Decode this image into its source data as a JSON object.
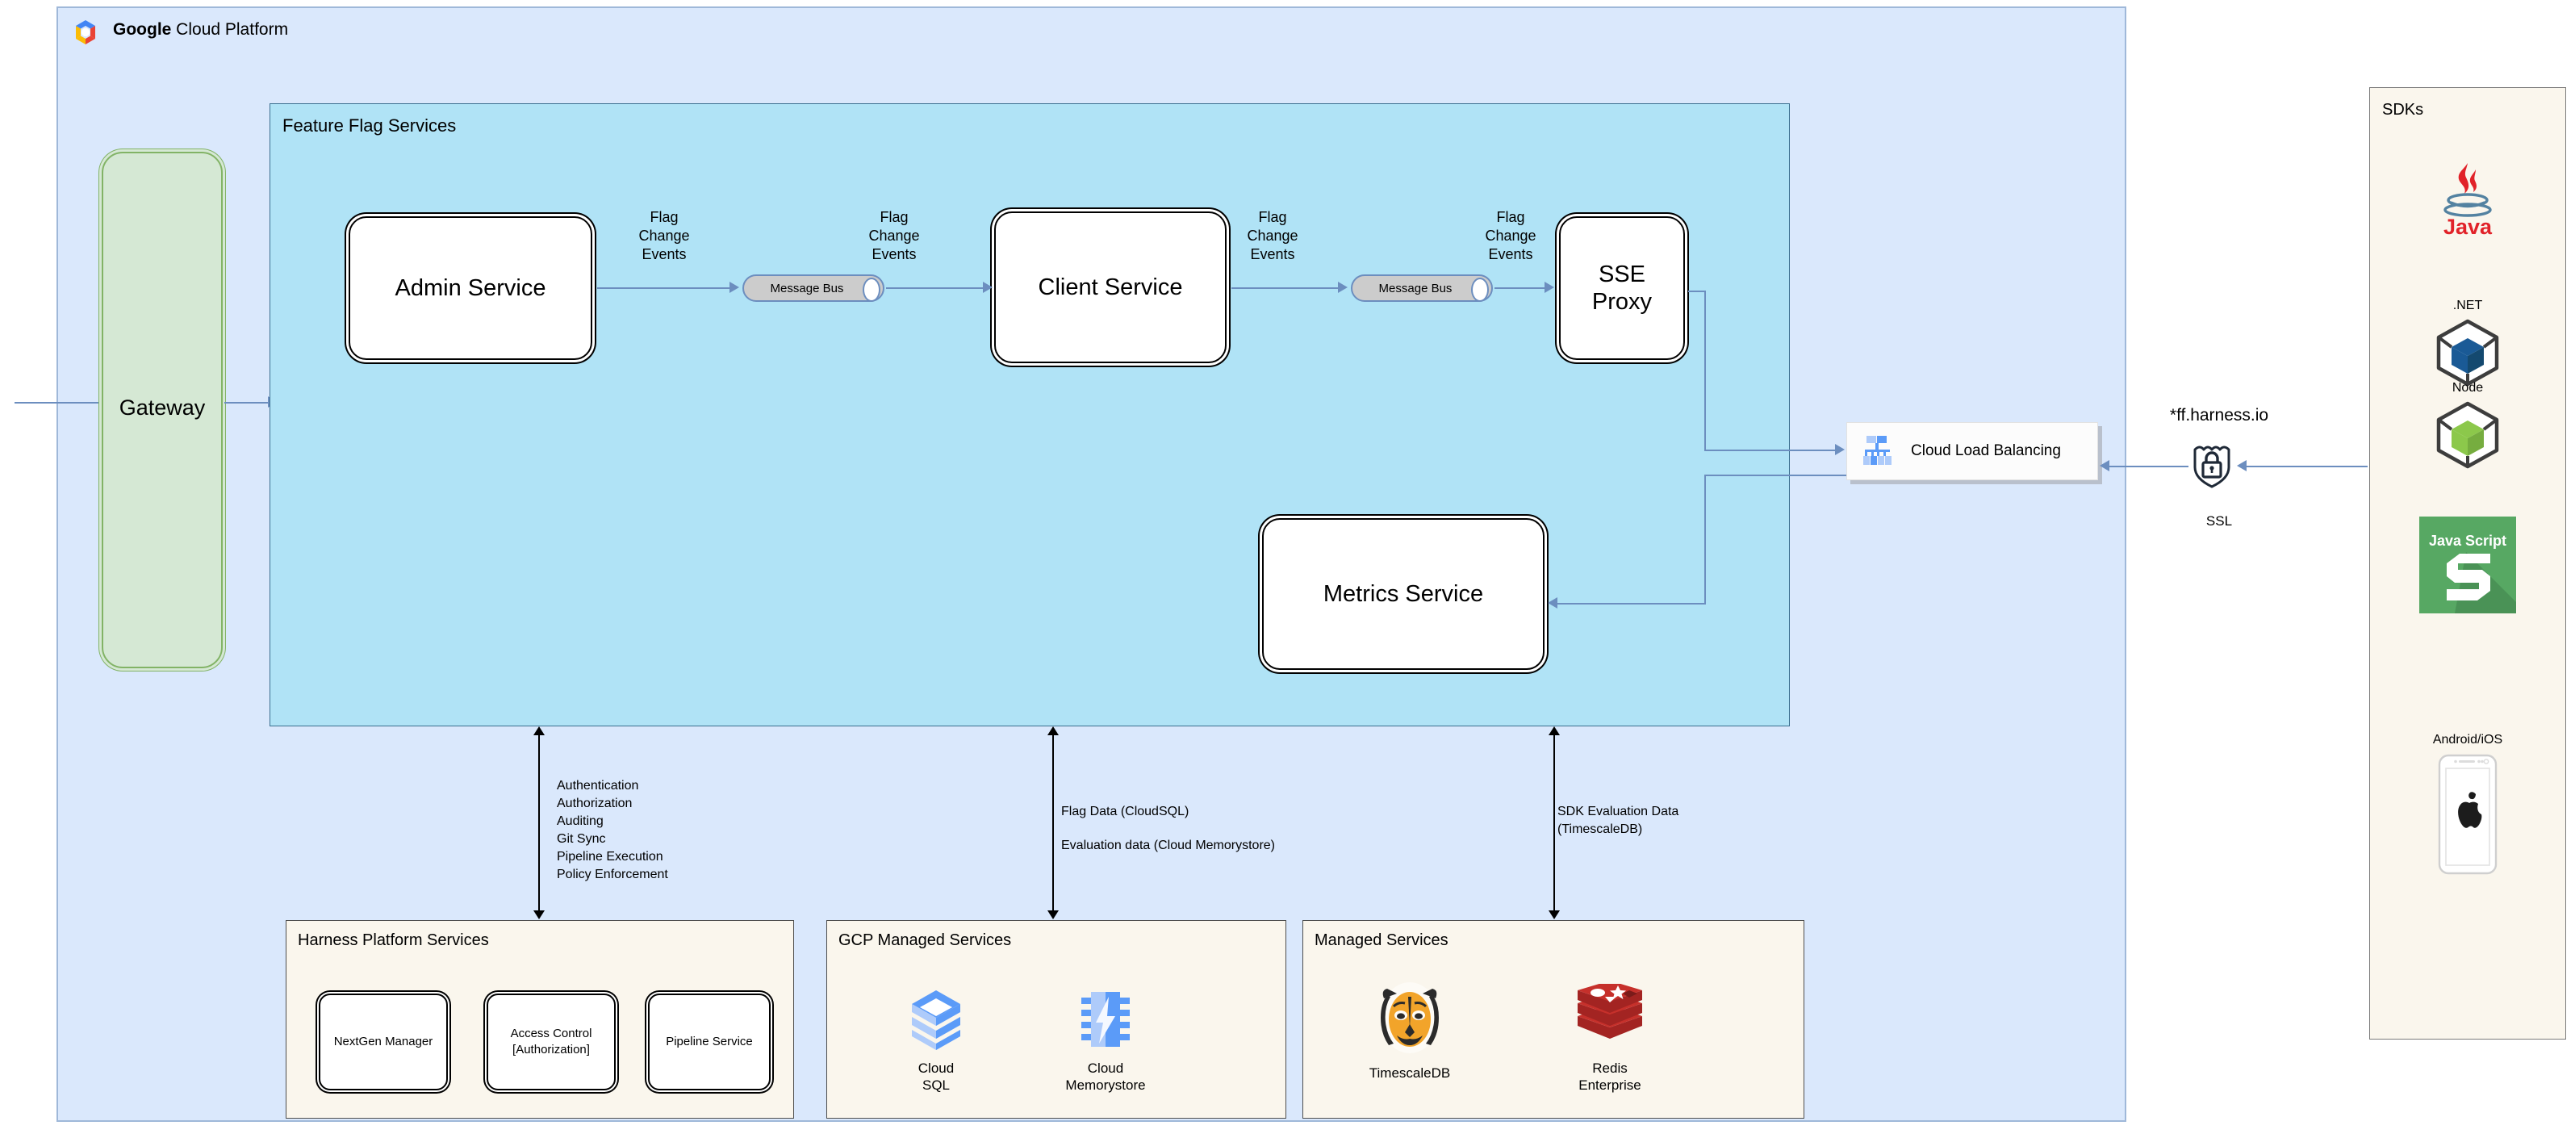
{
  "gcp": {
    "title_bold": "Google",
    "title_rest": " Cloud Platform",
    "logo_icon": "google-cloud-logo"
  },
  "gateway": {
    "label": "Gateway"
  },
  "feature_flag_services": {
    "title": "Feature Flag Services",
    "services": [
      {
        "id": "admin-service",
        "label": "Admin Service"
      },
      {
        "id": "client-service",
        "label": "Client Service"
      },
      {
        "id": "sse-proxy",
        "label": "SSE\nProxy"
      },
      {
        "id": "metrics-service",
        "label": "Metrics Service"
      }
    ],
    "message_buses": [
      {
        "label": "Message Bus"
      },
      {
        "label": "Message Bus"
      }
    ],
    "edge_labels": [
      "Flag\nChange\nEvents",
      "Flag\nChange\nEvents",
      "Flag\nChange\nEvents",
      "Flag\nChange\nEvents"
    ]
  },
  "load_balancer": {
    "label": "Cloud Load Balancing",
    "icon": "cloud-load-balancing-icon"
  },
  "edge": {
    "hostname": "*ff.harness.io",
    "ssl_label": "SSL",
    "ssl_icon": "ssl-shield-lock-icon"
  },
  "sdks": {
    "title": "SDKs",
    "items": [
      {
        "caption": "",
        "name": "Java",
        "icon": "java-logo"
      },
      {
        "caption": ".NET",
        "name": ".NET",
        "icon": "dotnet-cube-icon"
      },
      {
        "caption": "Node",
        "name": "Node",
        "icon": "node-cube-icon"
      },
      {
        "caption": "",
        "name": "Java Script",
        "icon": "javascript-logo"
      },
      {
        "caption": "Android/iOS",
        "name": "Android/iOS",
        "icon": "mobile-phone-apple-icon"
      }
    ],
    "javascript_logo_text": "Java Script"
  },
  "annotations": {
    "left": [
      "Authentication",
      "Authorization",
      "Auditing",
      "Git Sync",
      "Pipeline Execution",
      "Policy Enforcement"
    ],
    "middle": [
      "Flag Data (CloudSQL)",
      "",
      "Evaluation data (Cloud Memorystore)"
    ],
    "right": [
      "SDK Evaluation Data",
      "(TimescaleDB)"
    ]
  },
  "bottom_panels": [
    {
      "id": "harness-platform-services",
      "title": "Harness Platform Services",
      "services": [
        {
          "label": "NextGen Manager"
        },
        {
          "label": "Access Control\n[Authorization]"
        },
        {
          "label": "Pipeline Service"
        }
      ]
    },
    {
      "id": "gcp-managed-services",
      "title": "GCP Managed Services",
      "databases": [
        {
          "name": "Cloud\nSQL",
          "icon": "cloud-sql-icon"
        },
        {
          "name": "Cloud\nMemorystore",
          "icon": "cloud-memorystore-icon"
        }
      ]
    },
    {
      "id": "managed-services",
      "title": "Managed Services",
      "databases": [
        {
          "name": "TimescaleDB",
          "icon": "timescaledb-tiger-icon"
        },
        {
          "name": "Redis\nEnterprise",
          "icon": "redis-logo"
        }
      ]
    }
  ],
  "colors": {
    "gcp_panel_bg": "#dae8fc",
    "ffs_panel_bg": "#b0e3f6",
    "gateway_bg": "#d5e8d4",
    "gateway_border": "#82b366",
    "sdk_panel_bg": "#faf6ed",
    "arrow_blue": "#6c8ebf",
    "message_bus_bg": "#cccccc"
  }
}
